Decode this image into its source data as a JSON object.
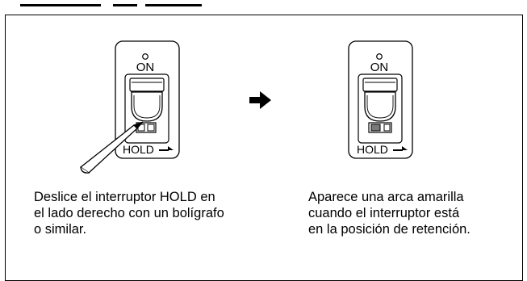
{
  "header": {
    "partial_text": ""
  },
  "left_panel": {
    "switch": {
      "on_label": "ON",
      "hold_label": "HOLD"
    },
    "caption": "Deslice el interruptor HOLD en\nel lado derecho con un bolígrafo\no similar."
  },
  "right_panel": {
    "switch": {
      "on_label": "ON",
      "hold_label": "HOLD"
    },
    "caption": "Aparece una arca amarilla\ncuando el interruptor está\nen la posición de retención."
  },
  "colors": {
    "line": "#000000",
    "hold_indicator": "#7a7a7a",
    "background": "#ffffff"
  },
  "icons": {
    "transition": "right-arrow-icon",
    "pen": "pen-tool-icon"
  }
}
